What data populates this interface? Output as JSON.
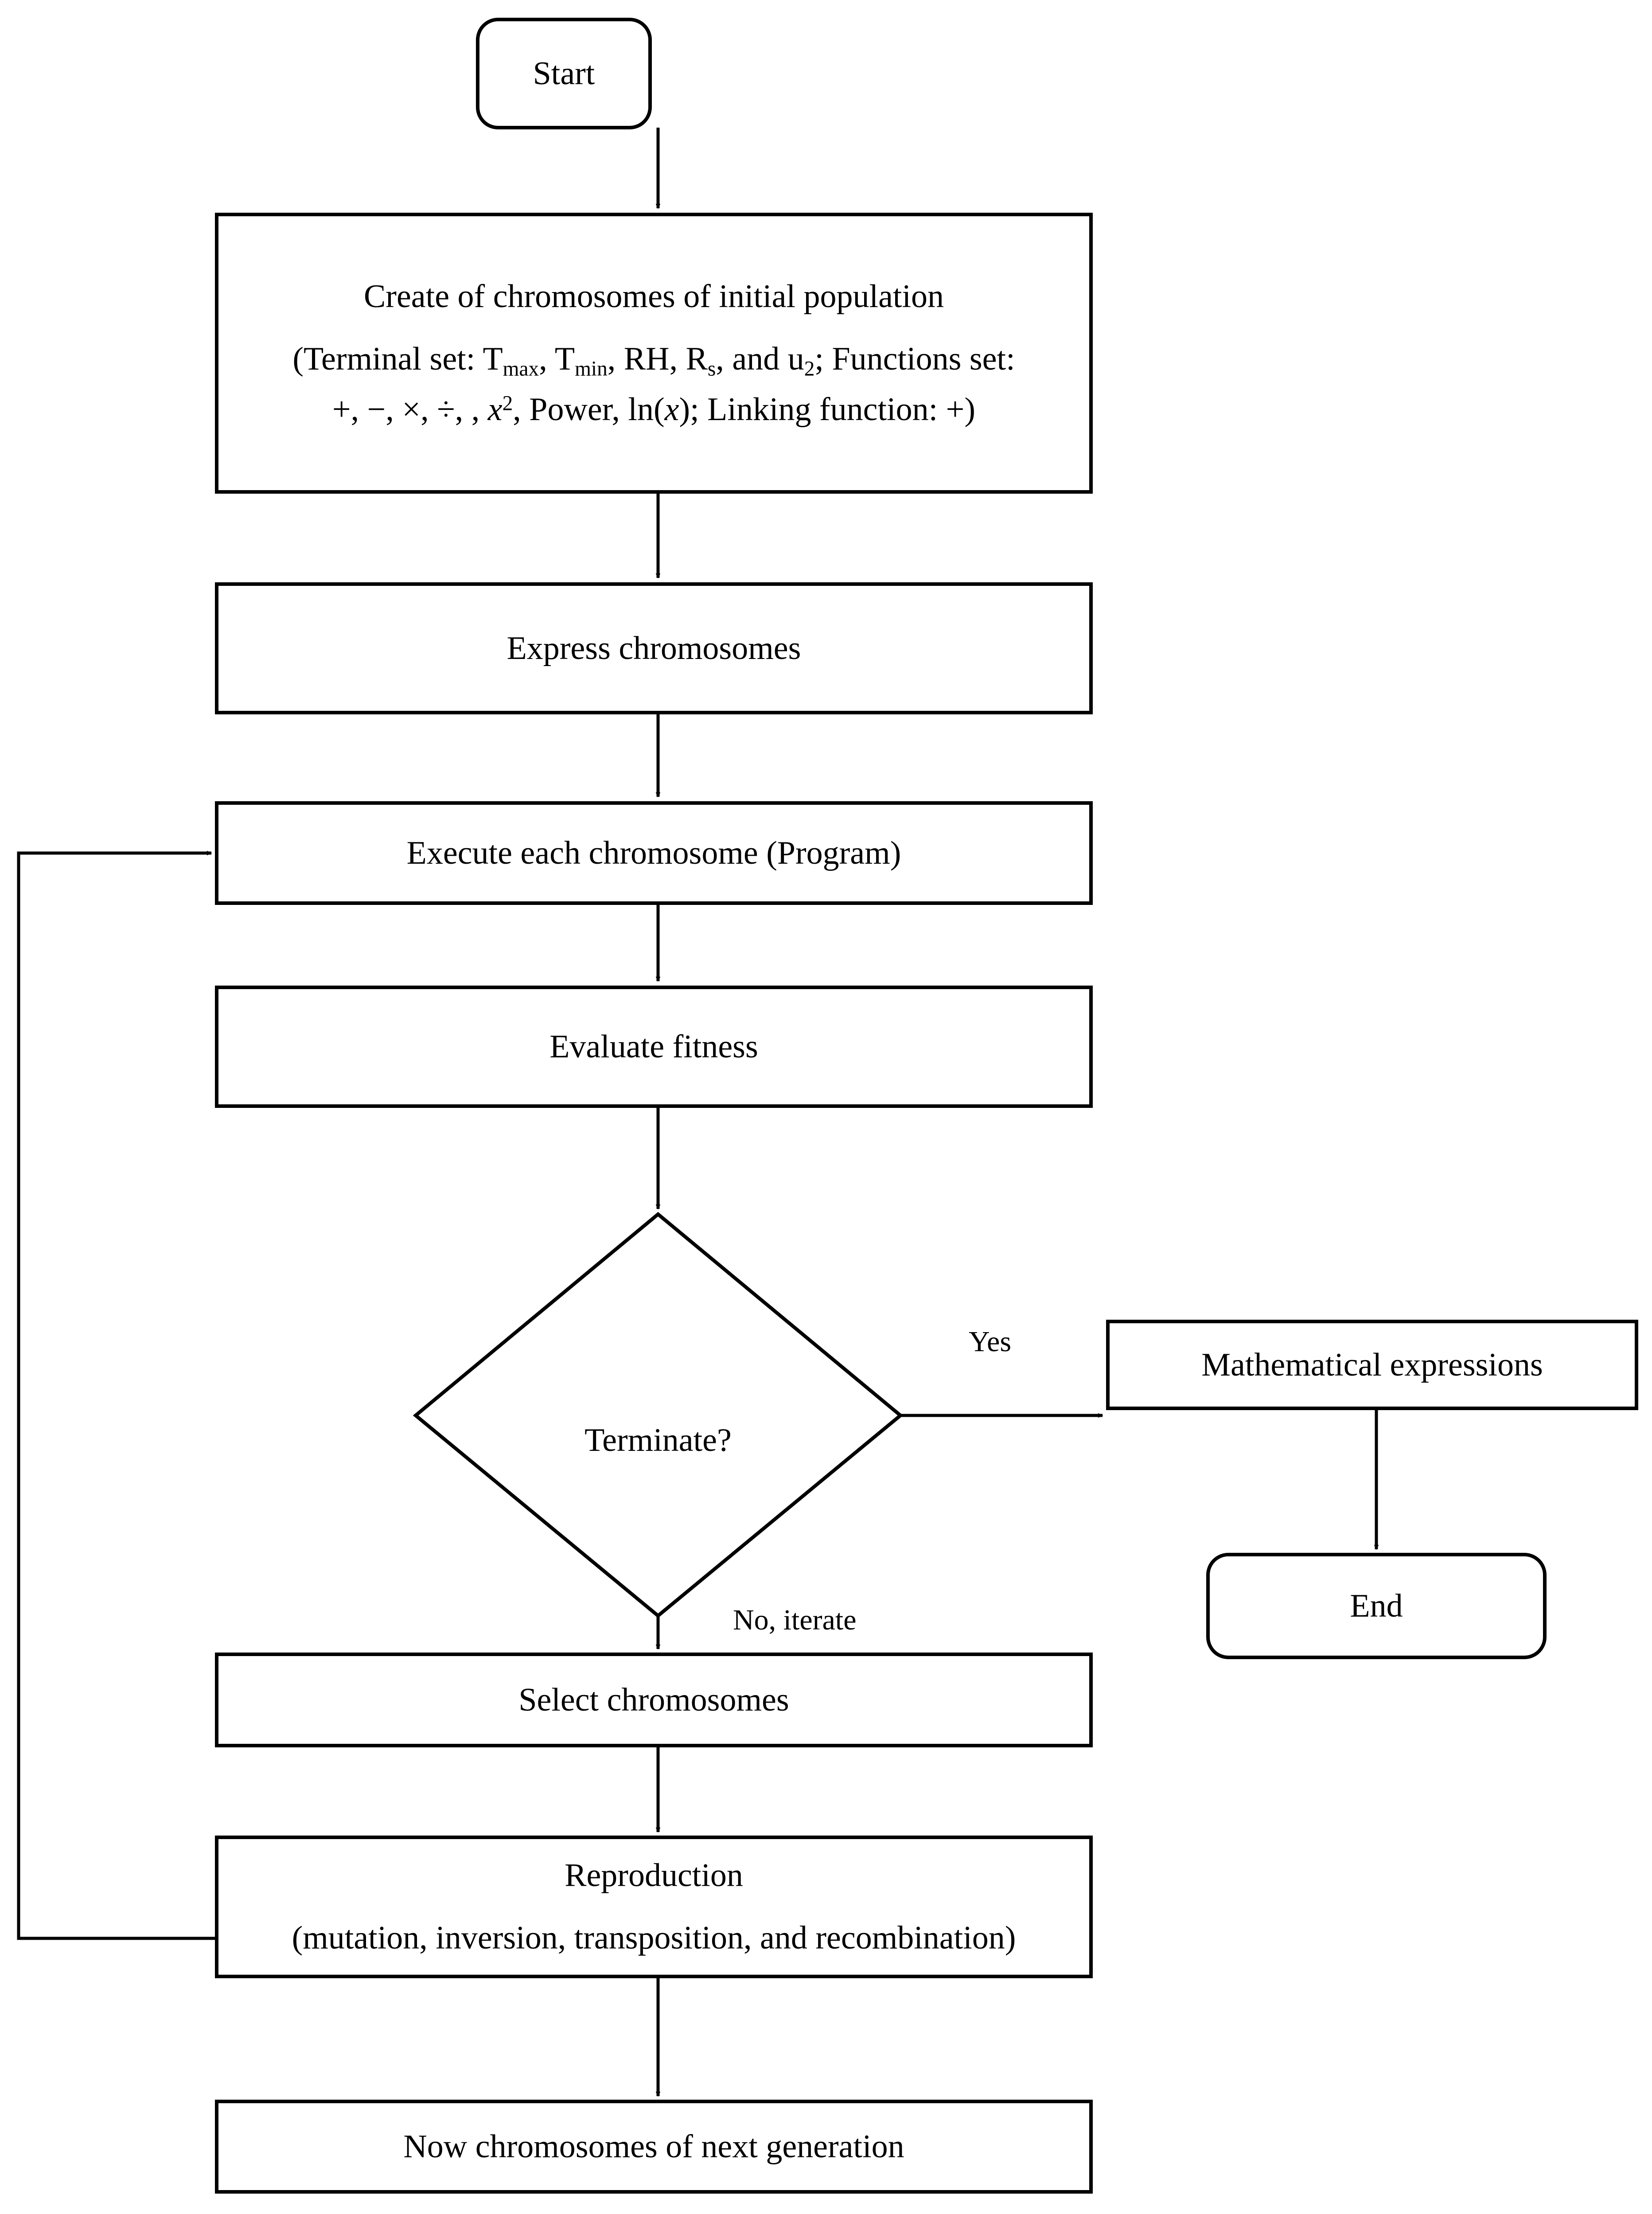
{
  "diagram": {
    "type": "flowchart",
    "title": "Gene expression programming flowchart",
    "stroke_color": "#000000",
    "fill_color": "#ffffff",
    "nodes": [
      {
        "id": "start",
        "shape": "rounded-rect",
        "label": "Start"
      },
      {
        "id": "create",
        "shape": "rect",
        "line1": "Create of chromosomes of initial population",
        "line2_pre": "(Terminal set: T",
        "line2_sub1": "max",
        "line2_mid1": ", T",
        "line2_sub2": "min",
        "line2_mid2": ", RH, R",
        "line2_sub3": "s",
        "line2_mid3": ", and u",
        "line2_sub4": "2",
        "line2_post": "; Functions set:",
        "line3_pre": "+, −, ×, ÷, , ",
        "line3_var1": "x",
        "line3_sup1": "2",
        "line3_mid": ", Power, ln(",
        "line3_var2": "x",
        "line3_post": "); Linking function: +)"
      },
      {
        "id": "express",
        "shape": "rect",
        "label": "Express chromosomes"
      },
      {
        "id": "execute",
        "shape": "rect",
        "label": "Execute each chromosome (Program)"
      },
      {
        "id": "evaluate",
        "shape": "rect",
        "label": "Evaluate fitness"
      },
      {
        "id": "terminate",
        "shape": "diamond",
        "label": "Terminate?"
      },
      {
        "id": "mathexpr",
        "shape": "rect",
        "label": "Mathematical expressions"
      },
      {
        "id": "end",
        "shape": "rounded-rect",
        "label": "End"
      },
      {
        "id": "select",
        "shape": "rect",
        "label": "Select chromosomes"
      },
      {
        "id": "reproduce",
        "shape": "rect",
        "line1": "Reproduction",
        "line2": "(mutation, inversion, transposition, and recombination)"
      },
      {
        "id": "nextgen",
        "shape": "rect",
        "label": "Now chromosomes of next generation"
      }
    ],
    "edges": [
      {
        "from": "start",
        "to": "create",
        "label": ""
      },
      {
        "from": "create",
        "to": "express",
        "label": ""
      },
      {
        "from": "express",
        "to": "execute",
        "label": ""
      },
      {
        "from": "execute",
        "to": "evaluate",
        "label": ""
      },
      {
        "from": "evaluate",
        "to": "terminate",
        "label": ""
      },
      {
        "from": "terminate",
        "to": "mathexpr",
        "label": "Yes"
      },
      {
        "from": "mathexpr",
        "to": "end",
        "label": ""
      },
      {
        "from": "terminate",
        "to": "select",
        "label": "No, iterate"
      },
      {
        "from": "select",
        "to": "reproduce",
        "label": ""
      },
      {
        "from": "reproduce",
        "to": "nextgen",
        "label": ""
      },
      {
        "from": "reproduce",
        "to": "execute",
        "label": ""
      }
    ]
  }
}
